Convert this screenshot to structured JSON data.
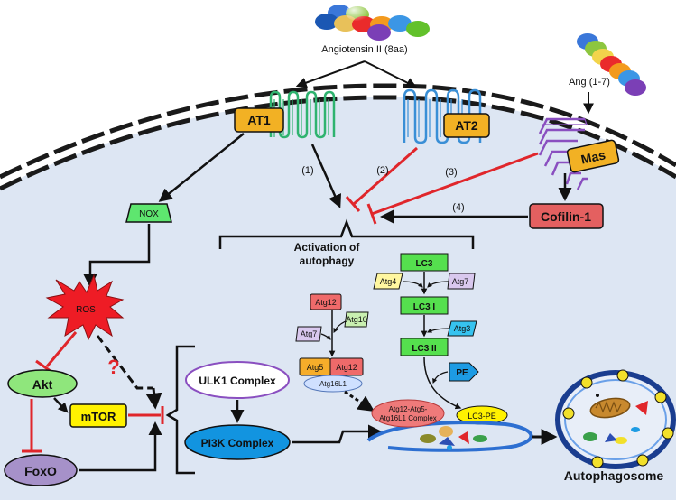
{
  "ligands": {
    "angiotensin_ii": "Angiotensin II (8aa)",
    "ang_1_7": "Ang (1-7)"
  },
  "receptors": {
    "at1": "AT1",
    "at2": "AT2",
    "mas": "Mas"
  },
  "pathways": {
    "p1": "(1)",
    "p2": "(2)",
    "p3": "(3)",
    "p4": "(4)"
  },
  "nodes": {
    "nox": "NOX",
    "ros": "ROS",
    "akt": "Akt",
    "mtor": "mTOR",
    "foxo": "FoxO",
    "cofilin": "Cofilin-1",
    "question": "?"
  },
  "activation": {
    "line1": "Activation of",
    "line2": "autophagy"
  },
  "complexes": {
    "ulk1": "ULK1 Complex",
    "pi3k": "PI3K Complex"
  },
  "atg": {
    "lc3": "LC3",
    "atg4": "Atg4",
    "atg7_right": "Atg7",
    "lc3_i": "LC3 I",
    "atg3": "Atg3",
    "lc3_ii": "LC3 II",
    "pe": "PE",
    "lc3_pe": "LC3-PE",
    "atg12_top": "Atg12",
    "atg10": "Atg10",
    "atg7_left": "Atg7",
    "atg5": "Atg5",
    "atg12_conj": "Atg12",
    "atg16l1": "Atg16L1",
    "complex_line1": "Atg12-Atg5-",
    "complex_line2": "Atg16L1 Complex"
  },
  "outcome": {
    "autophagosome": "Autophagosome"
  },
  "colors": {
    "cell_fill": "#dde6f3",
    "inhibit_red": "#e0262b",
    "at1_green": "#2fb36f",
    "at2_blue": "#3a8fd6",
    "mas_purple": "#8a4fc0",
    "receptor_label": "#f2b124",
    "nox_green": "#5ee66f",
    "ros_red": "#ee1c25",
    "akt_green": "#8fe67c",
    "mtor_yellow": "#fff200",
    "foxo_purple": "#a691c9",
    "cofilin_red": "#e46060",
    "pi3k_blue": "#1294e0",
    "lc3_green": "#55e04e",
    "atg12_red": "#ef6a6a",
    "atg5_orange": "#f6ad2a"
  }
}
